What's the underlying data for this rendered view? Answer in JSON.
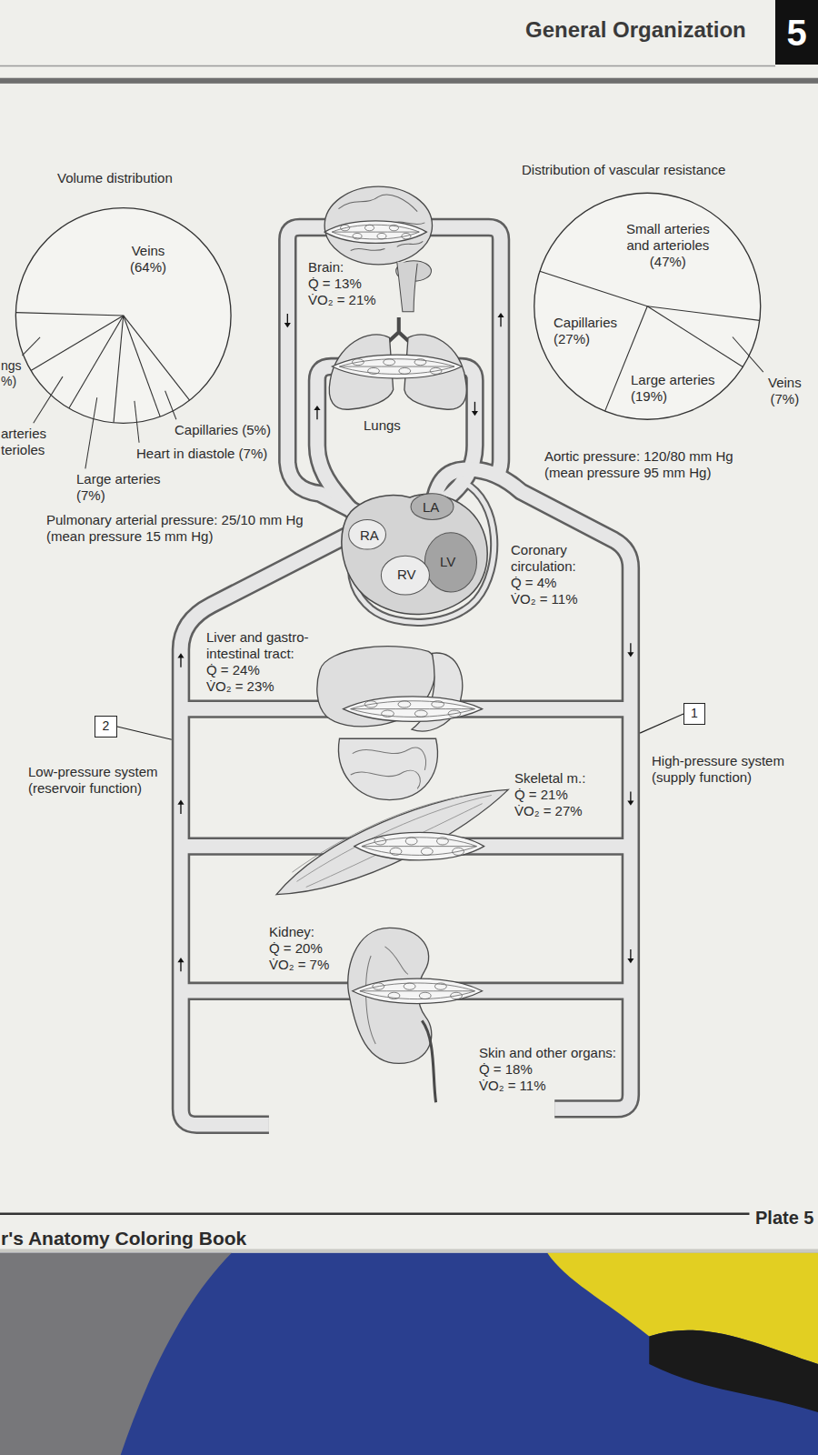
{
  "diagram": {
    "title": "General Organization",
    "nodes": [
      {
        "text": [
          "5"
        ]
      },
      {
        "text": [
          "1"
        ]
      },
      {
        "text": [
          "2"
        ]
      }
    ],
    "labels": [
      "Volume distribution",
      "Distribution of vascular resistance",
      "Veins (64%)",
      "Small arteries and arterioles (47%)",
      "Brain: Q̇ = 13% V̇O₂ = 21%",
      "Capillaries (27%)",
      "ngs %)",
      "Large arteries (19%)",
      "Veins (7%)",
      "Lungs",
      "arteries terioles",
      "Capillaries (5%)",
      "Heart in diastole (7%)",
      "Aortic pressure: 120/80 mm Hg (mean pressure 95 mm Hg)",
      "Large arteries (7%)",
      "LA",
      "Pulmonary arterial pressure: 25/10 mm Hg (mean pressure 15 mm Hg)",
      "RA",
      "LV",
      "Coronary circulation: Q̇ = 4% V̇O₂ = 11%",
      "RV",
      "Liver and gastro-intestinal tract: Q̇ = 24% V̇O₂ = 23%",
      "High-pressure system (supply function)",
      "Low-pressure system (reservoir function)",
      "Skeletal m.: Q̇ = 21% V̇O₂ = 27%",
      "Kidney: Q̇ = 20% V̇O₂ = 7%",
      "Skin and other organs: Q̇ = 18% V̇O₂ = 11%",
      "Plate 5",
      "r's Anatomy Coloring Book"
    ]
  }
}
